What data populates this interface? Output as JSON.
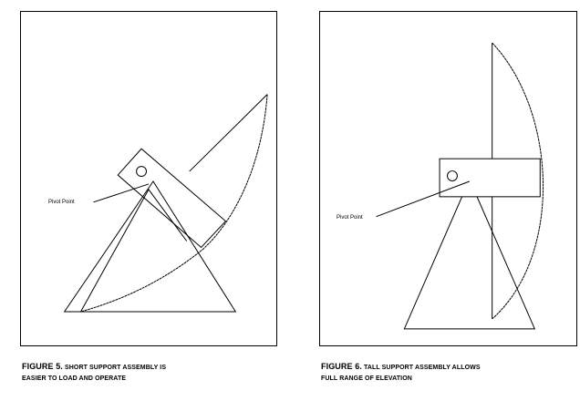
{
  "figure_5": {
    "callout_label": "Pivot Point",
    "caption_prefix": "FIGURE 5.",
    "caption_line_1": "SHORT SUPPORT ASSEMBLY IS",
    "caption_line_2": "EASIER TO LOAD AND OPERATE"
  },
  "figure_6": {
    "callout_label": "Pivot Point",
    "caption_prefix": "FIGURE 6.",
    "caption_line_1": "TALL SUPPORT ASSEMBLY ALLOWS",
    "caption_line_2": "FULL RANGE OF ELEVATION"
  },
  "colors": {
    "line": "#000000",
    "background": "#ffffff"
  }
}
